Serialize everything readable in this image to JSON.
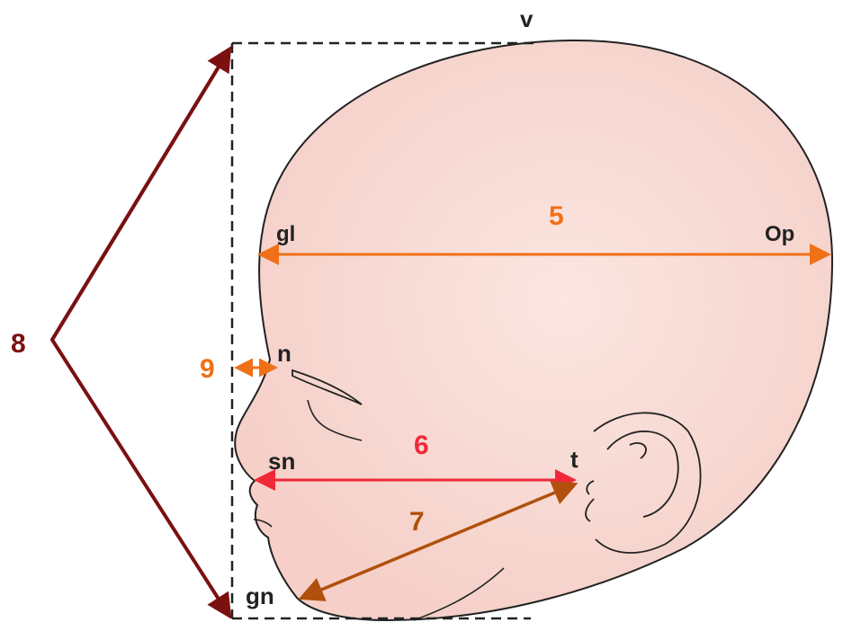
{
  "landmarks": {
    "vertex": "v",
    "glabella": "gl",
    "opisthocranion": "Op",
    "nasion": "n",
    "subnasale": "sn",
    "tragion": "t",
    "gnathion": "gn"
  },
  "measurements": {
    "m5": "5",
    "m6": "6",
    "m7": "7",
    "m8": "8",
    "m9": "9"
  },
  "colors": {
    "m5": "#f07018",
    "m6": "#f02838",
    "m7": "#b0500c",
    "m8": "#7a1010",
    "m9": "#f07018",
    "skin": "#f9dcd6",
    "outline": "#222222"
  }
}
